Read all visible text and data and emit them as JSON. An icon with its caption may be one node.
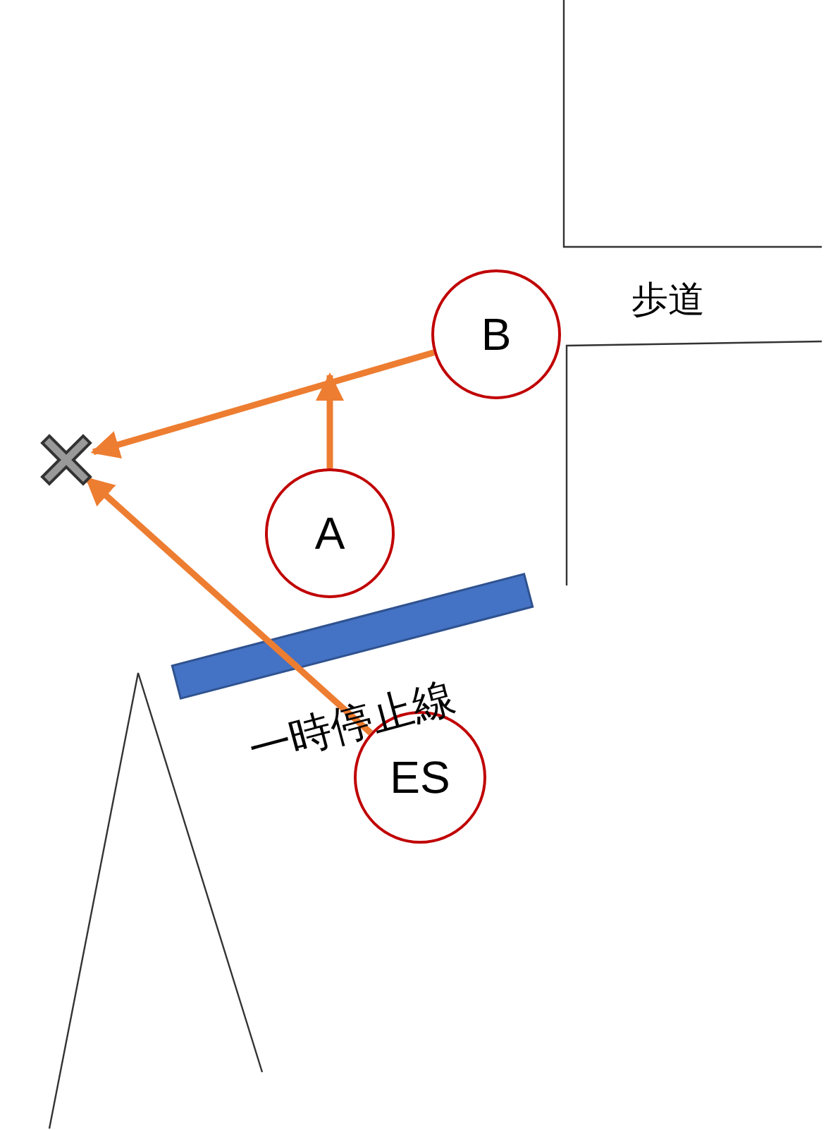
{
  "diagram": {
    "nodes": [
      {
        "text": [
          "B"
        ]
      },
      {
        "text": [],
        "shape": "cross"
      },
      {
        "text": [
          "A"
        ]
      },
      {
        "text": [
          "ES"
        ]
      }
    ],
    "edges": [
      {
        "from": 0,
        "to": 1,
        "arrow": "to"
      },
      {
        "from": 2,
        "to": null,
        "arrow": "to"
      },
      {
        "from": 3,
        "to": 1,
        "arrow": "to"
      }
    ],
    "labels": [
      "歩道",
      "一時停止線"
    ]
  }
}
